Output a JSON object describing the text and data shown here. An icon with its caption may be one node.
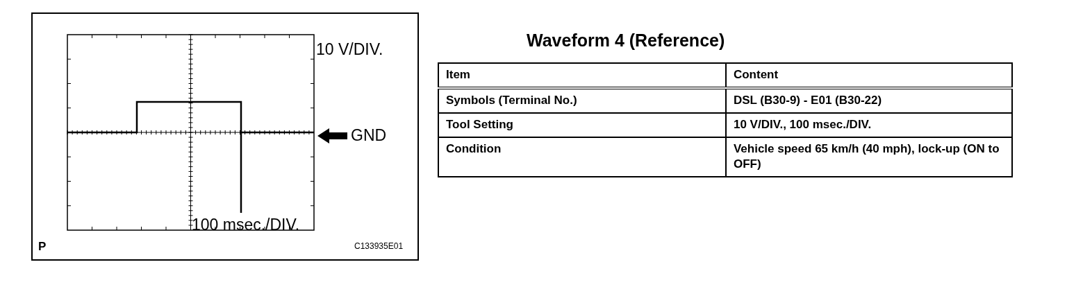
{
  "diagram": {
    "title": "Waveform 4 (Reference)",
    "labels": [
      "10 V/DIV.",
      "GND",
      "100 msec./DIV.",
      "P",
      "C133935E01",
      "Item",
      "Content",
      "Symbols (Terminal No.)",
      "DSL (B30-9) - E01 (B30-22)",
      "Tool Setting",
      "10 V/DIV., 100 msec./DIV.",
      "Condition",
      "Vehicle speed 65 km/h (40 mph), lock-up (ON to OFF)"
    ]
  }
}
